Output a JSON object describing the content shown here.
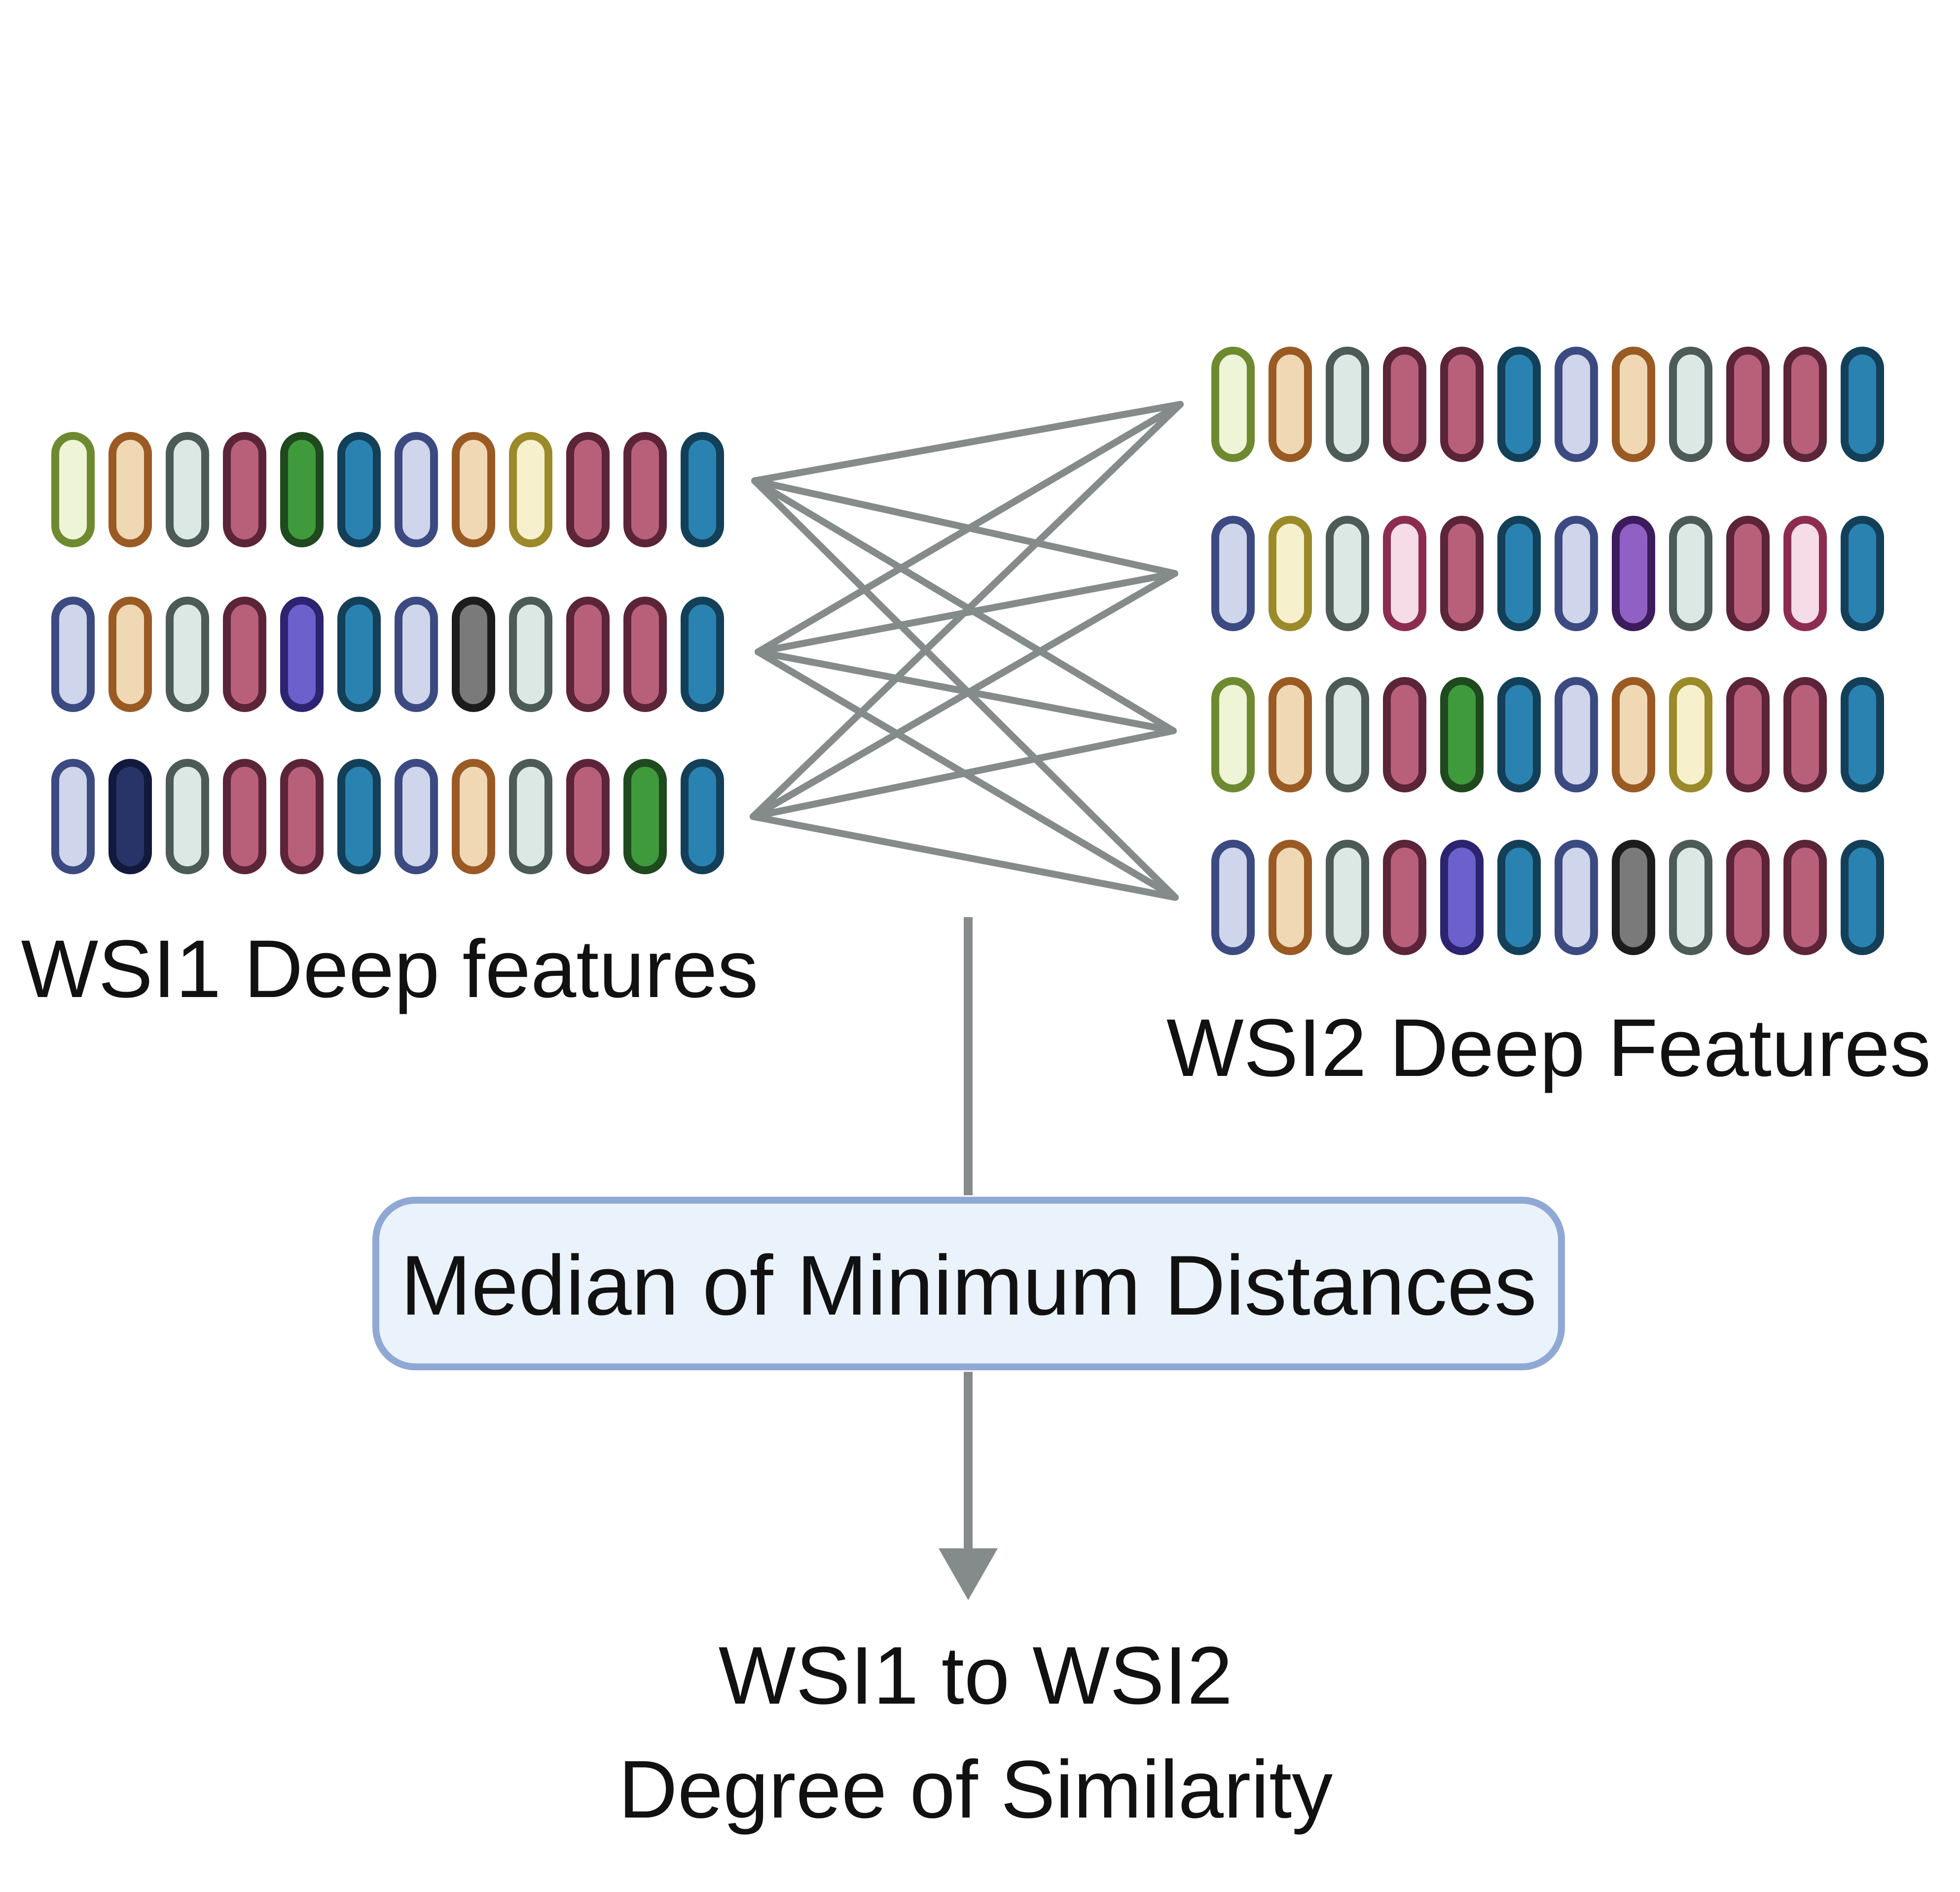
{
  "labels": {
    "wsi1": "WSI1 Deep features",
    "wsi2": "WSI2 Deep Features",
    "process": "Median of Minimum Distances",
    "result_line1": "WSI1 to WSI2",
    "result_line2": "Degree of Similarity"
  },
  "palette": {
    "G": {
      "fill": "#eef4d6",
      "stroke": "#6e8a30"
    },
    "O": {
      "fill": "#f0d8b4",
      "stroke": "#9a5a24"
    },
    "S": {
      "fill": "#dbe8e4",
      "stroke": "#4c5a58"
    },
    "R": {
      "fill": "#b8607a",
      "stroke": "#5c2438"
    },
    "GG": {
      "fill": "#3f9a3c",
      "stroke": "#1e4a1e"
    },
    "B": {
      "fill": "#2a82b0",
      "stroke": "#134058"
    },
    "L": {
      "fill": "#cfd5ea",
      "stroke": "#3c4a82"
    },
    "Y": {
      "fill": "#f6f0cc",
      "stroke": "#9a8a2a"
    },
    "V": {
      "fill": "#6c60cc",
      "stroke": "#2c2470"
    },
    "K": {
      "fill": "#7a7a7a",
      "stroke": "#1c1c1c"
    },
    "N": {
      "fill": "#283468",
      "stroke": "#111a3c"
    },
    "P": {
      "fill": "#f6dce6",
      "stroke": "#8c2c50"
    },
    "U": {
      "fill": "#9060c4",
      "stroke": "#3c1c5c"
    }
  },
  "wsi1_rows": [
    [
      "G",
      "O",
      "S",
      "R",
      "GG",
      "B",
      "L",
      "O",
      "Y",
      "R",
      "R",
      "B"
    ],
    [
      "L",
      "O",
      "S",
      "R",
      "V",
      "B",
      "L",
      "K",
      "S",
      "R",
      "R",
      "B"
    ],
    [
      "L",
      "N",
      "S",
      "R",
      "R",
      "B",
      "L",
      "O",
      "S",
      "R",
      "GG",
      "B"
    ]
  ],
  "wsi2_rows": [
    [
      "G",
      "O",
      "S",
      "R",
      "R",
      "B",
      "L",
      "O",
      "S",
      "R",
      "R",
      "B"
    ],
    [
      "L",
      "Y",
      "S",
      "P",
      "R",
      "B",
      "L",
      "U",
      "S",
      "R",
      "P",
      "B"
    ],
    [
      "G",
      "O",
      "S",
      "R",
      "GG",
      "B",
      "L",
      "O",
      "Y",
      "R",
      "R",
      "B"
    ],
    [
      "L",
      "O",
      "S",
      "R",
      "V",
      "B",
      "L",
      "K",
      "S",
      "R",
      "R",
      "B"
    ]
  ],
  "colors": {
    "connector": "#858b8b",
    "box_fill": "#eaf2fb",
    "box_stroke": "#90a8d4",
    "text": "#111111"
  }
}
